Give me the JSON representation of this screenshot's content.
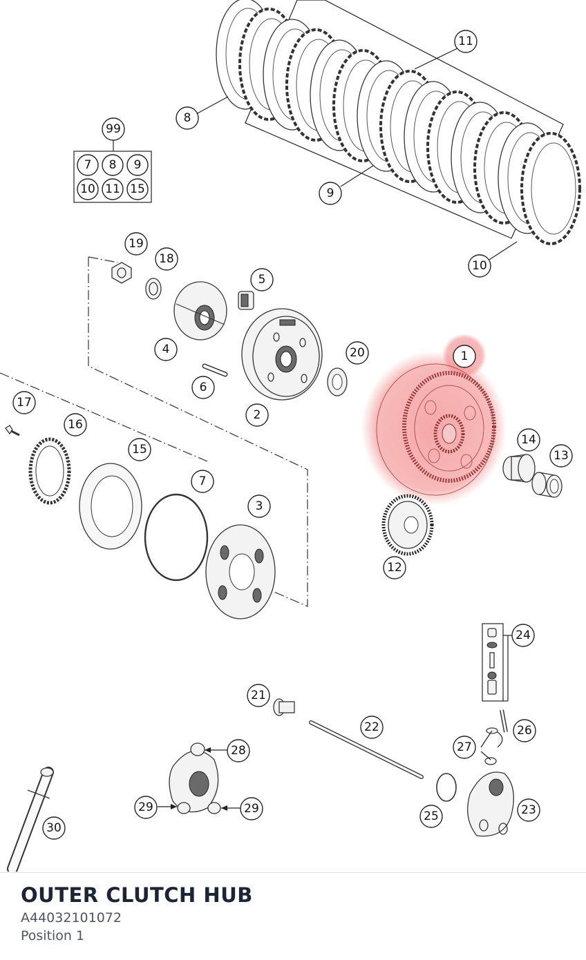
{
  "selected_part": {
    "title": "OUTER CLUTCH HUB",
    "part_number": "A44032101072",
    "position": "Position 1"
  },
  "highlight_color": "#f28b8b",
  "callouts": [
    {
      "id": "c1",
      "label": "1"
    },
    {
      "id": "c2",
      "label": "2"
    },
    {
      "id": "c3",
      "label": "3"
    },
    {
      "id": "c4",
      "label": "4"
    },
    {
      "id": "c5",
      "label": "5"
    },
    {
      "id": "c6",
      "label": "6"
    },
    {
      "id": "c7",
      "label": "7"
    },
    {
      "id": "c8",
      "label": "8"
    },
    {
      "id": "c9",
      "label": "9"
    },
    {
      "id": "c10",
      "label": "10"
    },
    {
      "id": "c11",
      "label": "11"
    },
    {
      "id": "c12",
      "label": "12"
    },
    {
      "id": "c13",
      "label": "13"
    },
    {
      "id": "c14",
      "label": "14"
    },
    {
      "id": "c15",
      "label": "15"
    },
    {
      "id": "c16",
      "label": "16"
    },
    {
      "id": "c17",
      "label": "17"
    },
    {
      "id": "c18",
      "label": "18"
    },
    {
      "id": "c19",
      "label": "19"
    },
    {
      "id": "c20",
      "label": "20"
    },
    {
      "id": "c21",
      "label": "21"
    },
    {
      "id": "c22",
      "label": "22"
    },
    {
      "id": "c23",
      "label": "23"
    },
    {
      "id": "c24",
      "label": "24"
    },
    {
      "id": "c25",
      "label": "25"
    },
    {
      "id": "c26",
      "label": "26"
    },
    {
      "id": "c27",
      "label": "27"
    },
    {
      "id": "c28",
      "label": "28"
    },
    {
      "id": "c29a",
      "label": "29"
    },
    {
      "id": "c29b",
      "label": "29"
    },
    {
      "id": "c30",
      "label": "30"
    },
    {
      "id": "c99",
      "label": "99"
    }
  ],
  "kit_99": [
    "7",
    "8",
    "9",
    "10",
    "11",
    "15"
  ]
}
